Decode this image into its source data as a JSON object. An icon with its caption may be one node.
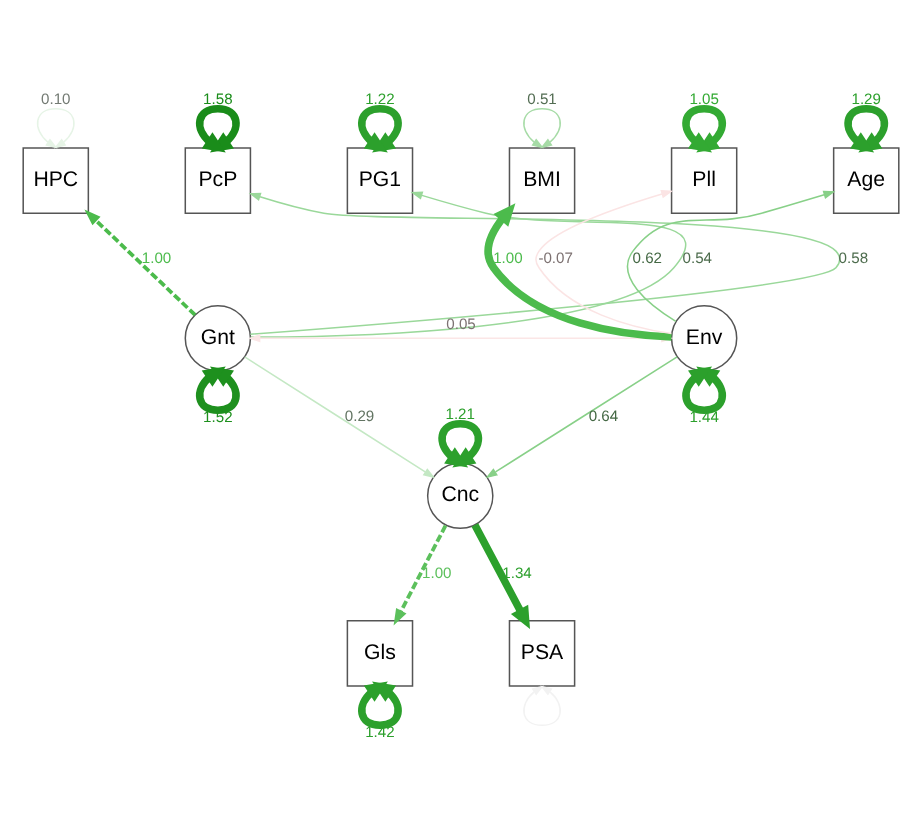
{
  "diagram": {
    "nodes": [
      {
        "text": [
          "HPC"
        ]
      },
      {
        "text": [
          "PcP"
        ]
      },
      {
        "text": [
          "PG1"
        ]
      },
      {
        "text": [
          "BMI"
        ]
      },
      {
        "text": [
          "Pll"
        ]
      },
      {
        "text": [
          "Age"
        ]
      },
      {
        "text": [
          "Gnt"
        ]
      },
      {
        "text": [
          "Env"
        ]
      },
      {
        "text": [
          "Cnc"
        ]
      },
      {
        "text": [
          "Gls"
        ]
      },
      {
        "text": [
          "PSA"
        ]
      }
    ],
    "edges": [
      {
        "from": 0,
        "to": 0,
        "arrow": "both",
        "label": "0.10",
        "color": "#e6f4e6"
      },
      {
        "from": 1,
        "to": 1,
        "arrow": "both",
        "label": "1.58",
        "style": "thick",
        "color": "#1a8c1a"
      },
      {
        "from": 2,
        "to": 2,
        "arrow": "both",
        "label": "1.22",
        "style": "thick",
        "color": "#2ca02c"
      },
      {
        "from": 3,
        "to": 3,
        "arrow": "both",
        "label": "0.51",
        "color": "#a6dba6"
      },
      {
        "from": 4,
        "to": 4,
        "arrow": "both",
        "label": "1.05",
        "style": "thick",
        "color": "#33aa33"
      },
      {
        "from": 5,
        "to": 5,
        "arrow": "both",
        "label": "1.29",
        "style": "thick",
        "color": "#2ca02c"
      },
      {
        "from": 6,
        "to": 0,
        "arrow": "to",
        "label": "1.00",
        "style": "dashed",
        "color": "#4cbb4c"
      },
      {
        "from": 6,
        "to": 1,
        "arrow": "to",
        "label": "0.58",
        "color": "#9ad89a"
      },
      {
        "from": 6,
        "to": 2,
        "arrow": "to",
        "label": "0.54",
        "color": "#9ad89a"
      },
      {
        "from": 7,
        "to": 3,
        "arrow": "to",
        "label": "1.00",
        "style": "thick",
        "color": "#4cbb4c"
      },
      {
        "from": 7,
        "to": 4,
        "arrow": "to",
        "label": "-0.07",
        "color": "#fbe4e4"
      },
      {
        "from": 7,
        "to": 5,
        "arrow": "to",
        "label": "0.62",
        "color": "#88d088"
      },
      {
        "from": 6,
        "to": 7,
        "arrow": "both",
        "label": "0.05",
        "color": "#fbe6e6"
      },
      {
        "from": 6,
        "to": 6,
        "arrow": "both",
        "label": "1.52",
        "style": "thick",
        "color": "#1e901e"
      },
      {
        "from": 7,
        "to": 7,
        "arrow": "both",
        "label": "1.44",
        "style": "thick",
        "color": "#2ca02c"
      },
      {
        "from": 6,
        "to": 8,
        "arrow": "to",
        "label": "0.29",
        "color": "#c4e8c4"
      },
      {
        "from": 7,
        "to": 8,
        "arrow": "to",
        "label": "0.64",
        "color": "#88d088"
      },
      {
        "from": 8,
        "to": 8,
        "arrow": "both",
        "label": "1.21",
        "style": "thick",
        "color": "#2ca02c"
      },
      {
        "from": 8,
        "to": 9,
        "arrow": "to",
        "label": "1.00",
        "style": "dashed",
        "color": "#5cc05c"
      },
      {
        "from": 8,
        "to": 10,
        "arrow": "to",
        "label": "1.34",
        "style": "thick",
        "color": "#2ca02c"
      },
      {
        "from": 9,
        "to": 9,
        "arrow": "both",
        "label": "1.42",
        "style": "thick",
        "color": "#2ca02c"
      },
      {
        "from": 10,
        "to": 10,
        "arrow": "both",
        "color": "#f2f2f2"
      }
    ]
  }
}
